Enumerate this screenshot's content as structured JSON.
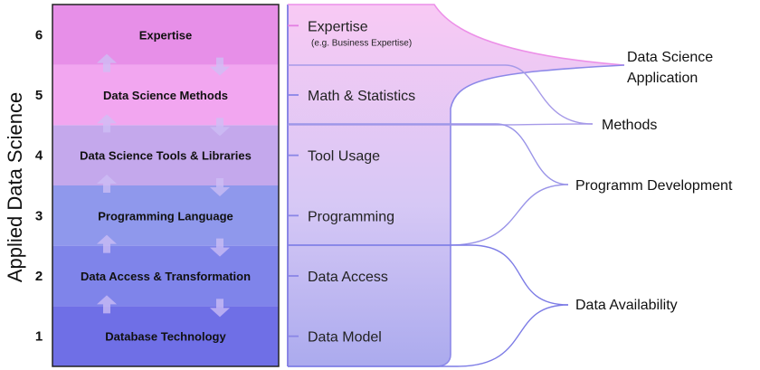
{
  "axis_title": "Applied Data Science",
  "colors": {
    "layers": [
      "#6f6fe6",
      "#7f84ea",
      "#8f98ec",
      "#c4a8ec",
      "#f2a6f0",
      "#e78fe8"
    ],
    "arrow": "#cdbff5",
    "connector": "#7d7ce6",
    "outline": "#222222"
  },
  "layers": [
    {
      "num": "1",
      "label": "Database Technology"
    },
    {
      "num": "2",
      "label": "Data Access & Transformation"
    },
    {
      "num": "3",
      "label": "Programming Language"
    },
    {
      "num": "4",
      "label": "Data Science Tools & Libraries"
    },
    {
      "num": "5",
      "label": "Data Science Methods"
    },
    {
      "num": "6",
      "label": "Expertise"
    }
  ],
  "middle": [
    {
      "label": "Data Model",
      "sub": ""
    },
    {
      "label": "Data Access",
      "sub": ""
    },
    {
      "label": "Programming",
      "sub": ""
    },
    {
      "label": "Tool Usage",
      "sub": ""
    },
    {
      "label": "Math & Statistics",
      "sub": ""
    },
    {
      "label": "Expertise",
      "sub": "(e.g. Business Expertise)"
    }
  ],
  "groups": {
    "application": [
      "Data Science",
      "Application"
    ],
    "methods": "Methods",
    "development": "Programm Development",
    "availability": "Data Availability"
  }
}
